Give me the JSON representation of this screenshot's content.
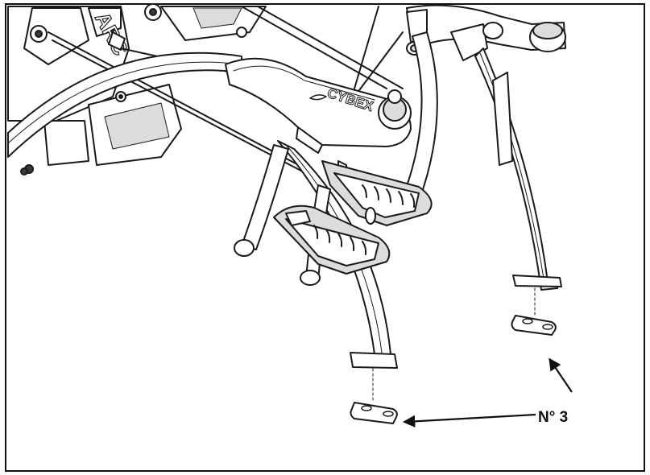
{
  "brand": {
    "logo_text": "CYBEX",
    "frame_lettering": "ARC"
  },
  "callout": {
    "label": "N° 3"
  },
  "colors": {
    "line": "#1a1a1a",
    "body": "#ffffff",
    "shade": "#dcdcdc",
    "dark": "#3a3a3a",
    "frame": "#111111"
  },
  "icons": [
    "machine-illustration",
    "foot-pad",
    "arrow-icon"
  ]
}
